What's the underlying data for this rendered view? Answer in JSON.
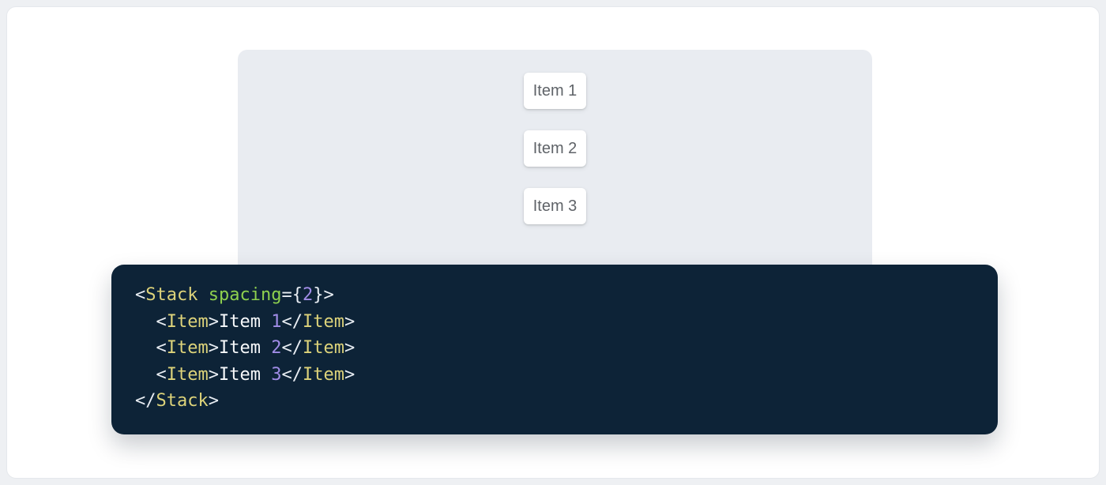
{
  "colors": {
    "page_outer_bg": "#eef0f3",
    "page_card_bg": "#ffffff",
    "page_card_border": "#e5e8ec",
    "demo_panel_bg": "#e9ecf1",
    "item_card_bg": "#ffffff",
    "item_text": "#5f6368",
    "code_bg": "#0d2337",
    "code_tag": "#ddd37a",
    "code_attr": "#8ed04e",
    "code_number": "#a08ce6",
    "code_punct": "#e8edf3",
    "code_text": "#f7f9fb"
  },
  "demo": {
    "items": [
      {
        "label": "Item 1"
      },
      {
        "label": "Item 2"
      },
      {
        "label": "Item 3"
      }
    ]
  },
  "code": {
    "source": "<Stack spacing={2}>\n  <Item>Item 1</Item>\n  <Item>Item 2</Item>\n  <Item>Item 3</Item>\n</Stack>",
    "lines": [
      {
        "tokens": [
          {
            "t": "<",
            "c": "punct"
          },
          {
            "t": "Stack",
            "c": "tag"
          },
          {
            "t": " ",
            "c": "text"
          },
          {
            "t": "spacing",
            "c": "attr"
          },
          {
            "t": "=",
            "c": "punct"
          },
          {
            "t": "{",
            "c": "punct"
          },
          {
            "t": "2",
            "c": "number"
          },
          {
            "t": "}",
            "c": "punct"
          },
          {
            "t": ">",
            "c": "punct"
          }
        ]
      },
      {
        "tokens": [
          {
            "t": "  ",
            "c": "text"
          },
          {
            "t": "<",
            "c": "punct"
          },
          {
            "t": "Item",
            "c": "tag"
          },
          {
            "t": ">",
            "c": "punct"
          },
          {
            "t": "Item ",
            "c": "text"
          },
          {
            "t": "1",
            "c": "number"
          },
          {
            "t": "</",
            "c": "punct"
          },
          {
            "t": "Item",
            "c": "tag"
          },
          {
            "t": ">",
            "c": "punct"
          }
        ]
      },
      {
        "tokens": [
          {
            "t": "  ",
            "c": "text"
          },
          {
            "t": "<",
            "c": "punct"
          },
          {
            "t": "Item",
            "c": "tag"
          },
          {
            "t": ">",
            "c": "punct"
          },
          {
            "t": "Item ",
            "c": "text"
          },
          {
            "t": "2",
            "c": "number"
          },
          {
            "t": "</",
            "c": "punct"
          },
          {
            "t": "Item",
            "c": "tag"
          },
          {
            "t": ">",
            "c": "punct"
          }
        ]
      },
      {
        "tokens": [
          {
            "t": "  ",
            "c": "text"
          },
          {
            "t": "<",
            "c": "punct"
          },
          {
            "t": "Item",
            "c": "tag"
          },
          {
            "t": ">",
            "c": "punct"
          },
          {
            "t": "Item ",
            "c": "text"
          },
          {
            "t": "3",
            "c": "number"
          },
          {
            "t": "</",
            "c": "punct"
          },
          {
            "t": "Item",
            "c": "tag"
          },
          {
            "t": ">",
            "c": "punct"
          }
        ]
      },
      {
        "tokens": [
          {
            "t": "</",
            "c": "punct"
          },
          {
            "t": "Stack",
            "c": "tag"
          },
          {
            "t": ">",
            "c": "punct"
          }
        ]
      }
    ]
  }
}
